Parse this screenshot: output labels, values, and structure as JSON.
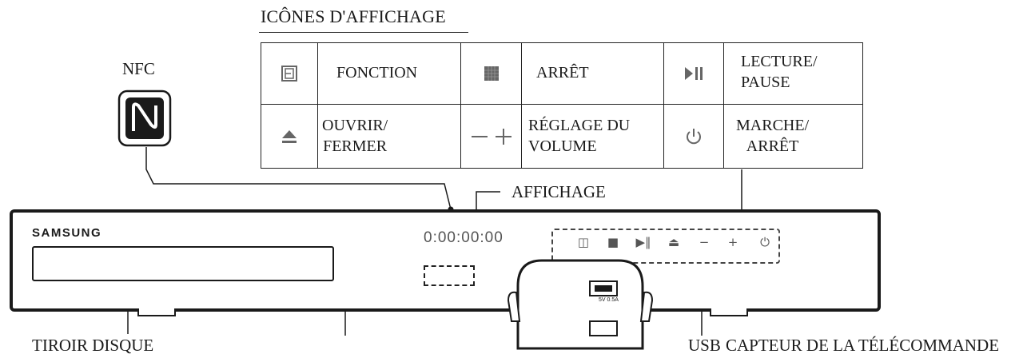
{
  "heading": "ICÔNES D'AFFICHAGE",
  "legend": {
    "rows": [
      [
        {
          "icon": "function-icon",
          "label": "FONCTION"
        },
        {
          "icon": "stop-icon",
          "label": "ARRÊT"
        },
        {
          "icon": "play-pause-icon",
          "label": "LECTURE/\nPAUSE"
        }
      ],
      [
        {
          "icon": "eject-icon",
          "label": "OUVRIR/\nFERMER"
        },
        {
          "icon": "volume-minus-plus-icon",
          "label": "RÉGLAGE DU\nVOLUME"
        },
        {
          "icon": "power-icon",
          "label": "MARCHE/\nARRÊT"
        }
      ]
    ]
  },
  "callouts": {
    "nfc": "NFC",
    "display": "AFFICHAGE",
    "disc_tray": "TIROIR DISQUE",
    "usb": "USB",
    "remote_sensor": "CAPTEUR DE LA TÉLÉCOMMANDE"
  },
  "device": {
    "brand": "SAMSUNG",
    "display_digits": "0:00:00:00",
    "usb_port_label": "5V 0.5A",
    "panel_icons": [
      "function-icon",
      "stop-icon",
      "play-pause-icon",
      "eject-icon",
      "volume-minus-icon",
      "volume-plus-icon",
      "power-icon"
    ]
  },
  "colors": {
    "line": "#1a1a1a",
    "muted_icon": "#555555",
    "background": "#ffffff"
  }
}
